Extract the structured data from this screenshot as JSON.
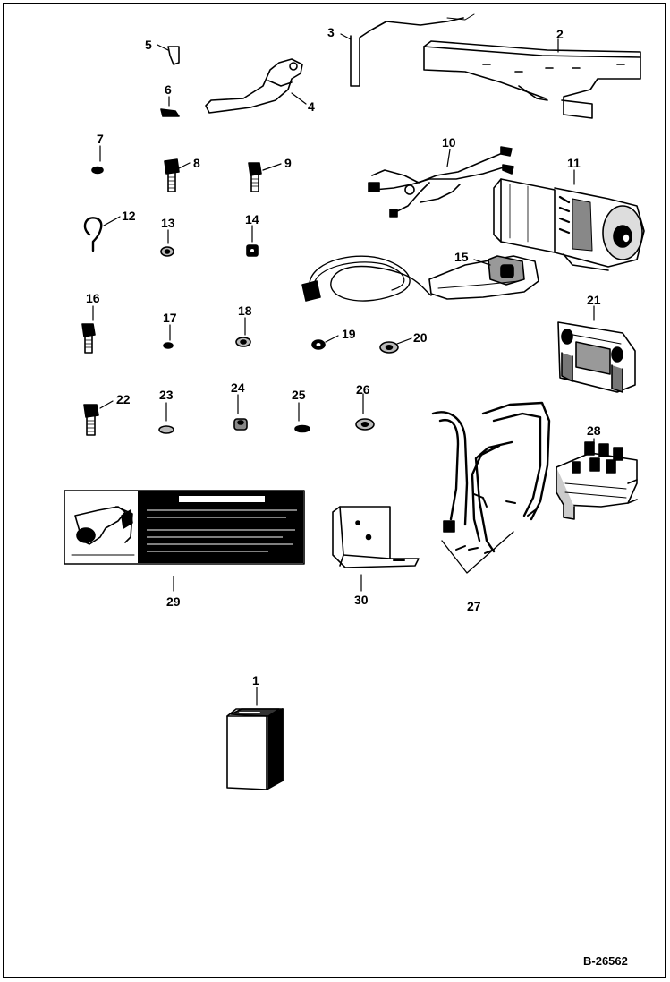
{
  "figure_id": "B-26562",
  "parts": [
    {
      "id": "part-1",
      "number": "1"
    },
    {
      "id": "part-2",
      "number": "2"
    },
    {
      "id": "part-3",
      "number": "3"
    },
    {
      "id": "part-4",
      "number": "4"
    },
    {
      "id": "part-5",
      "number": "5"
    },
    {
      "id": "part-6",
      "number": "6"
    },
    {
      "id": "part-7",
      "number": "7"
    },
    {
      "id": "part-8",
      "number": "8"
    },
    {
      "id": "part-9",
      "number": "9"
    },
    {
      "id": "part-10",
      "number": "10"
    },
    {
      "id": "part-11",
      "number": "11"
    },
    {
      "id": "part-12",
      "number": "12"
    },
    {
      "id": "part-13",
      "number": "13"
    },
    {
      "id": "part-14",
      "number": "14"
    },
    {
      "id": "part-15",
      "number": "15"
    },
    {
      "id": "part-16",
      "number": "16"
    },
    {
      "id": "part-17",
      "number": "17"
    },
    {
      "id": "part-18",
      "number": "18"
    },
    {
      "id": "part-19",
      "number": "19"
    },
    {
      "id": "part-20",
      "number": "20"
    },
    {
      "id": "part-21",
      "number": "21"
    },
    {
      "id": "part-22",
      "number": "22"
    },
    {
      "id": "part-23",
      "number": "23"
    },
    {
      "id": "part-24",
      "number": "24"
    },
    {
      "id": "part-25",
      "number": "25"
    },
    {
      "id": "part-26",
      "number": "26"
    },
    {
      "id": "part-27",
      "number": "27"
    },
    {
      "id": "part-28",
      "number": "28"
    },
    {
      "id": "part-29",
      "number": "29"
    },
    {
      "id": "part-30",
      "number": "30"
    }
  ]
}
